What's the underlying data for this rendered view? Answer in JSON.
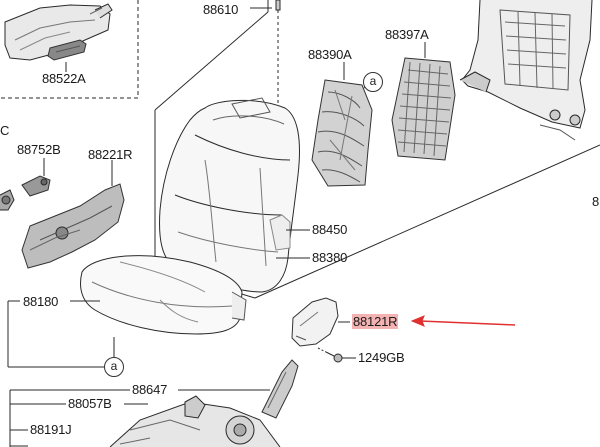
{
  "parts": {
    "p88610": "88610",
    "p88522A": "88522A",
    "p88390A": "88390A",
    "p88397A": "88397A",
    "pC": "C",
    "p88752B": "88752B",
    "p88221R": "88221R",
    "p88450": "88450",
    "p88380": "88380",
    "p88180": "88180",
    "p88121R": "88121R",
    "p1249GB": "1249GB",
    "p88647": "88647",
    "p88057B": "88057B",
    "p88191J": "88191J",
    "p8_edge": "8"
  },
  "refs": {
    "a_top": "a",
    "a_bottom": "a"
  },
  "highlight": {
    "part": "88121R",
    "color": "#f4b3b3",
    "arrow_color": "#e03030"
  }
}
